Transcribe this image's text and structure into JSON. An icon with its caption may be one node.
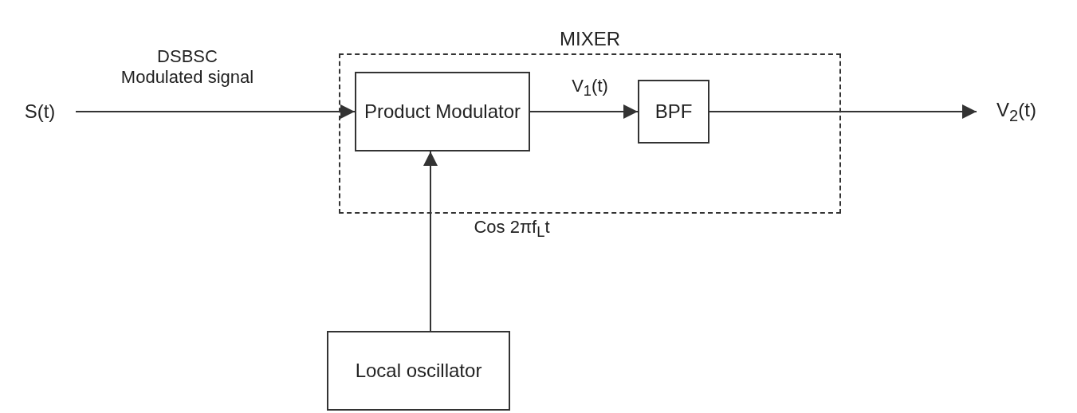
{
  "diagram": {
    "nodes": [
      {
        "text": [
          "MIXER"
        ]
      },
      {
        "text": [
          "Product Modulator"
        ],
        "in": 0
      },
      {
        "text": [
          "BPF"
        ],
        "in": 0
      },
      {
        "text": [
          "Local oscillator"
        ]
      },
      {
        "text": [
          "S(t)"
        ]
      },
      {
        "text": [
          "V$_{2}$(t)"
        ]
      }
    ],
    "edges": [
      {
        "from": 4,
        "to": 1,
        "arrow": "to",
        "label": "DSBSC Modulated signal"
      },
      {
        "from": 1,
        "to": 2,
        "arrow": "to",
        "label": "V$_{1}$(t)"
      },
      {
        "from": 2,
        "to": 5,
        "arrow": "to"
      },
      {
        "from": 3,
        "to": 1,
        "arrow": "to",
        "label": "Cos 2πf$_{L}$t"
      }
    ]
  }
}
